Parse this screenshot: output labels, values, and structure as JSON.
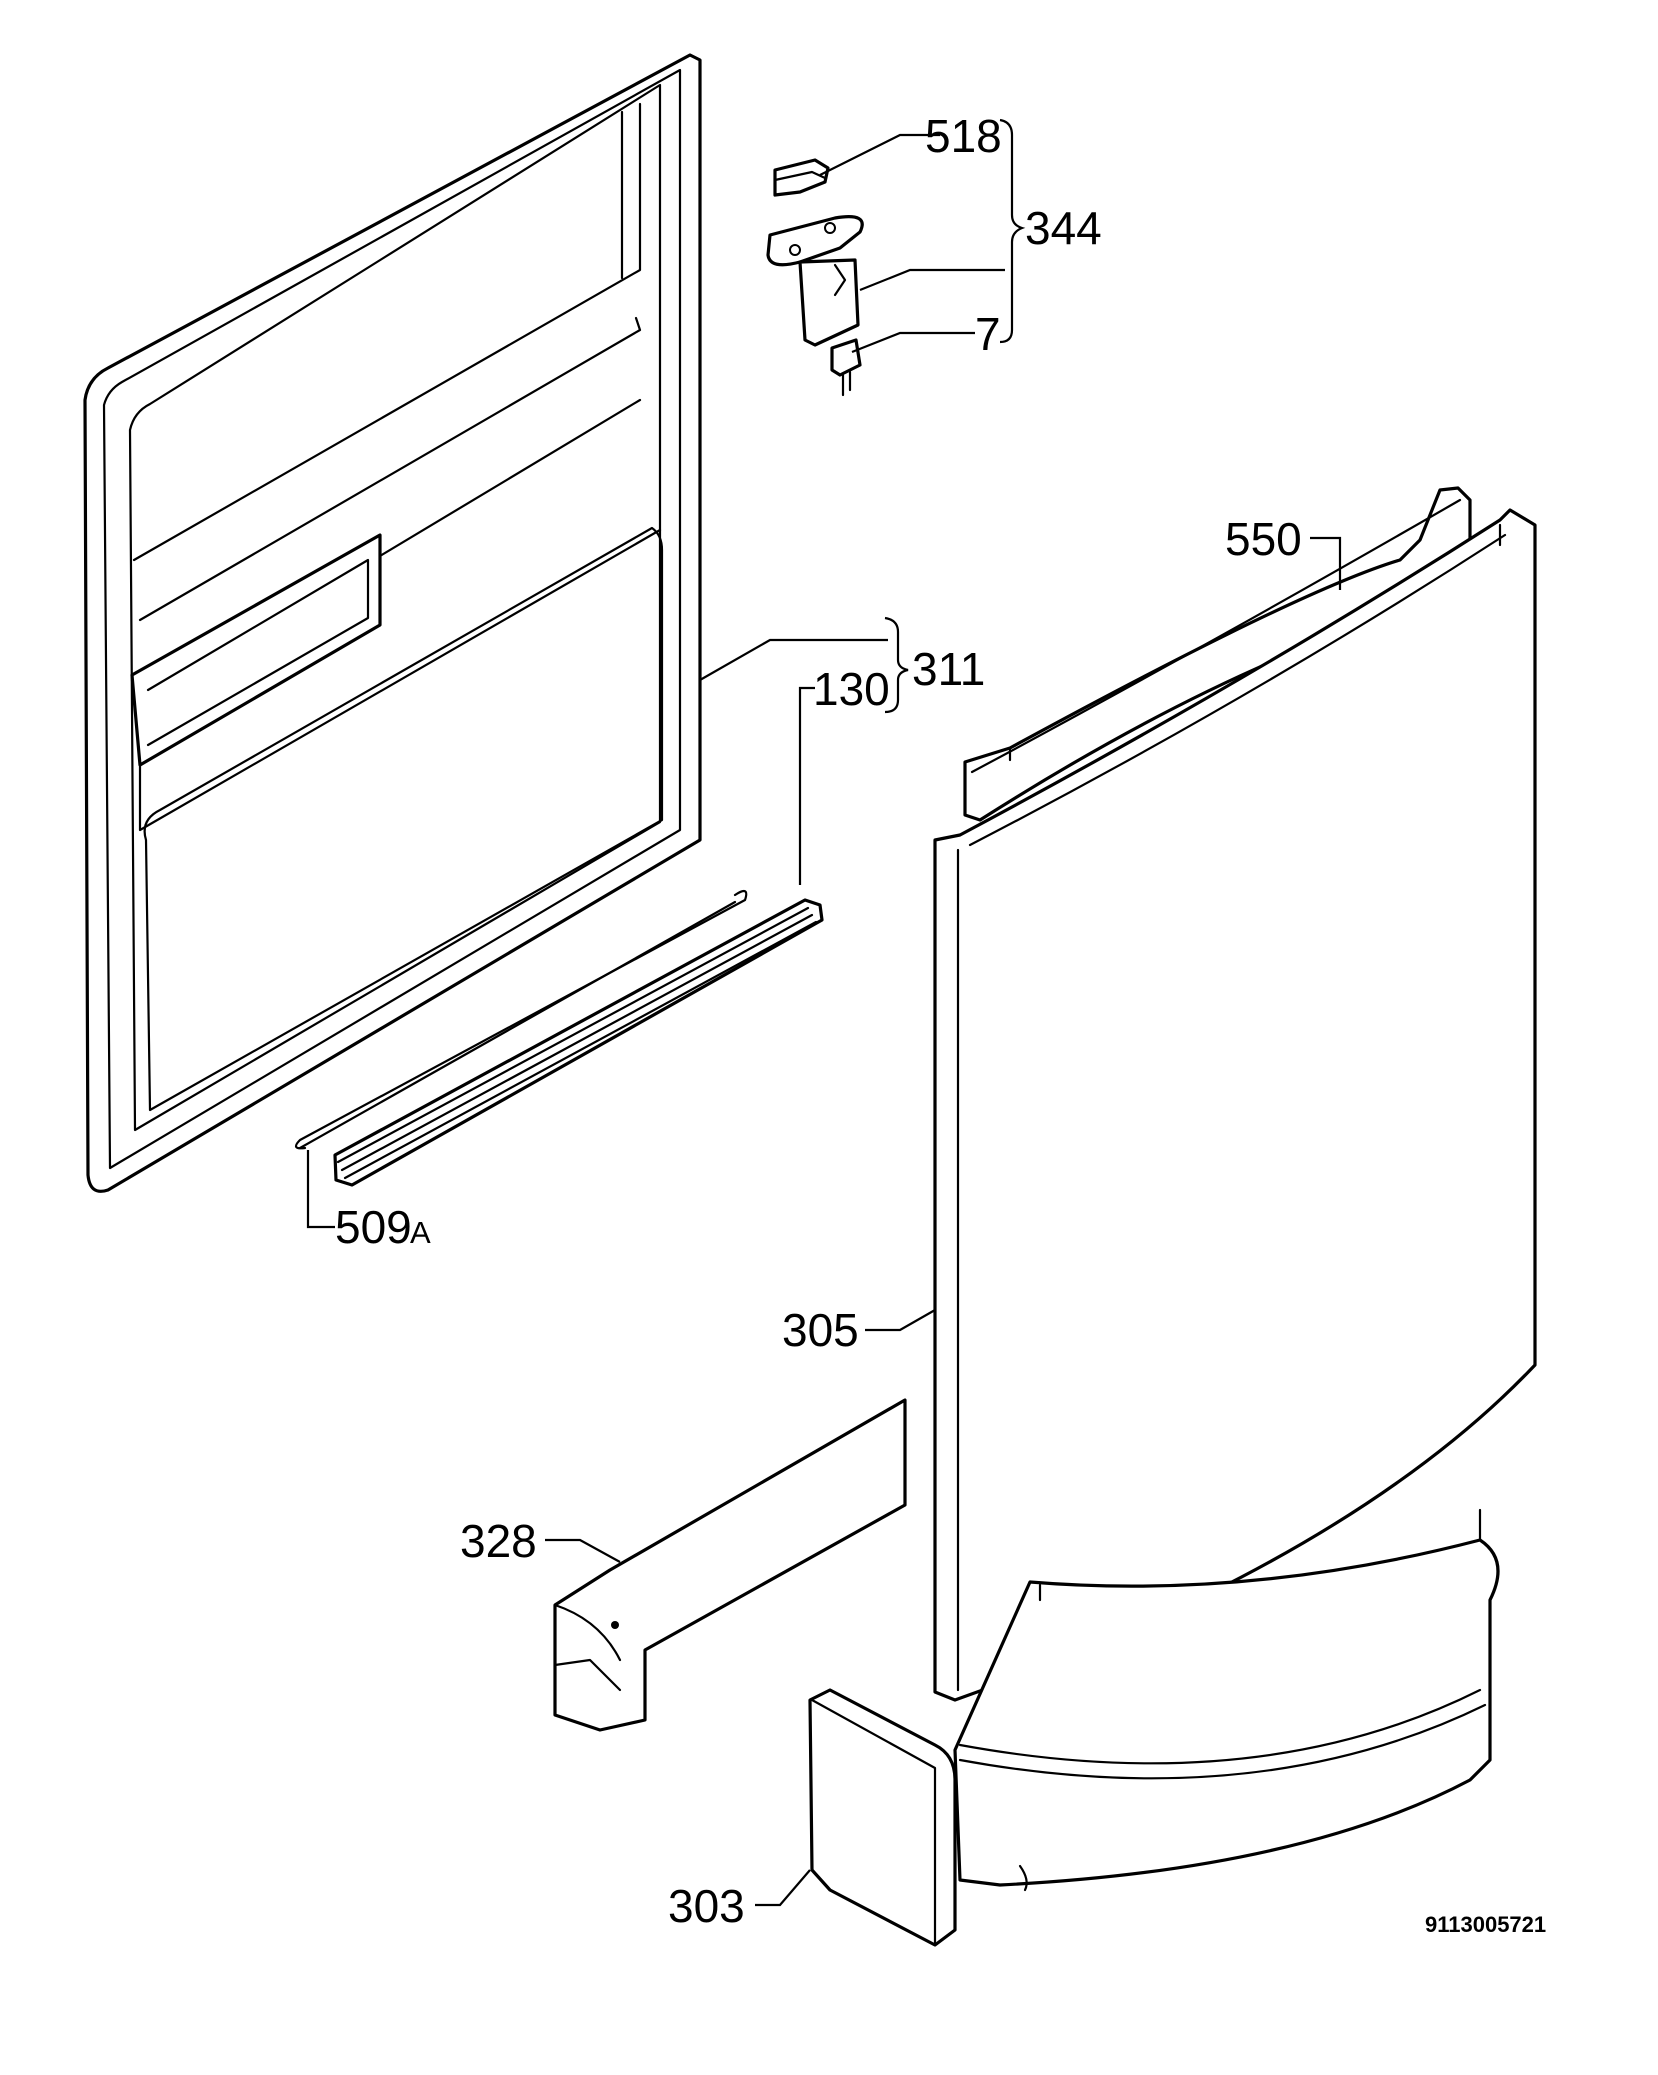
{
  "diagram": {
    "parts": [
      {
        "id": "door-inner-panel",
        "label": "311",
        "sublabel": ""
      },
      {
        "id": "seal-strip",
        "label": "130",
        "sublabel": ""
      },
      {
        "id": "wire-rod",
        "label": "509",
        "sublabel": "A"
      },
      {
        "id": "latch-cover",
        "label": "518",
        "sublabel": ""
      },
      {
        "id": "latch-assembly",
        "label": "344",
        "sublabel": ""
      },
      {
        "id": "microswitch",
        "label": "7",
        "sublabel": ""
      },
      {
        "id": "top-trim",
        "label": "550",
        "sublabel": ""
      },
      {
        "id": "outer-door-panel",
        "label": "305",
        "sublabel": ""
      },
      {
        "id": "bottom-rail",
        "label": "328",
        "sublabel": ""
      },
      {
        "id": "kick-plate",
        "label": "303",
        "sublabel": ""
      }
    ],
    "drawing_code": "9113005721"
  }
}
